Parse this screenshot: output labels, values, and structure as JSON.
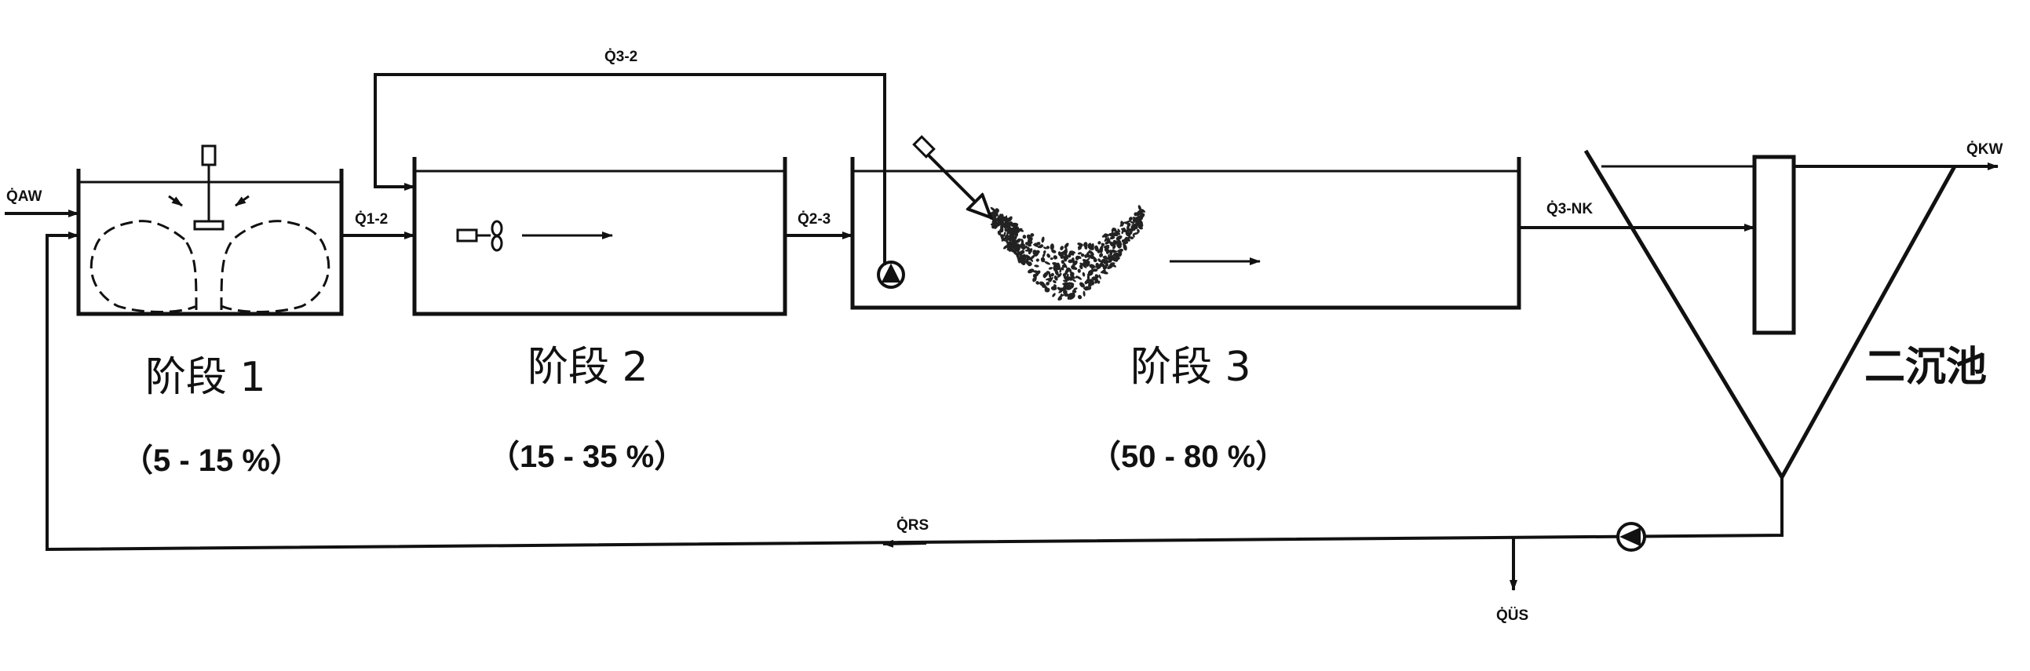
{
  "flows": {
    "q_aw": "Q̇AW",
    "q_1_2": "Q̇1-2",
    "q_2_3": "Q̇2-3",
    "q_3_2": "Q̇3-2",
    "q_3_nk": "Q̇3-NK",
    "q_kw": "Q̇KW",
    "q_rs": "Q̇RS",
    "q_us": "Q̇ÜS"
  },
  "stages": [
    {
      "label": "阶段 1",
      "range": "（5 - 15 %）"
    },
    {
      "label": "阶段 2",
      "range": "（15 - 35 %）"
    },
    {
      "label": "阶段 3",
      "range": "（50 - 80 %）"
    }
  ],
  "clarifier": {
    "label": "二沉池"
  },
  "colors": {
    "line": "#111111",
    "background": "#ffffff"
  }
}
